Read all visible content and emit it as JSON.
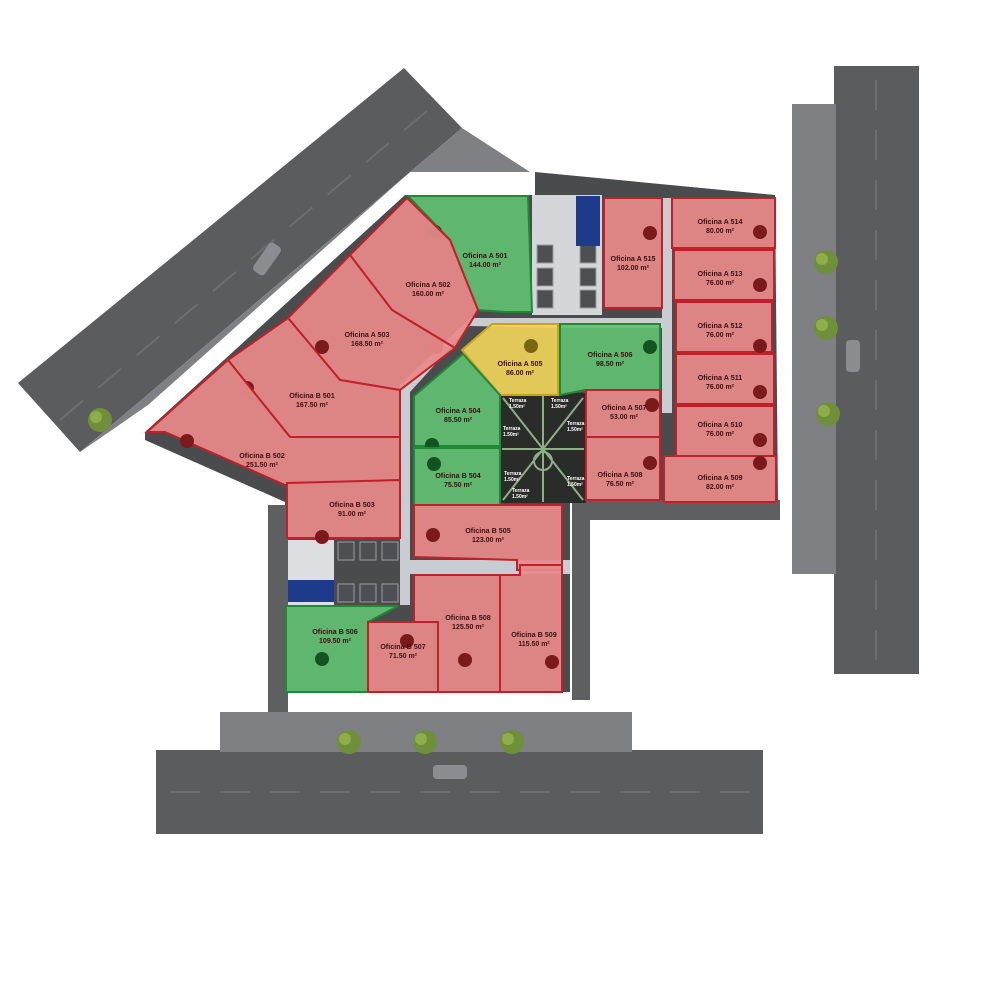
{
  "colors": {
    "sold": "#e98a8a",
    "sold_stroke": "#c0202a",
    "available": "#5fbf72",
    "available_stroke": "#1f8a35",
    "reserved": "#eed35a",
    "reserved_stroke": "#c9a41a",
    "road": "#5b5c5e",
    "sidewalk": "#8c8d8f",
    "corridor": "#c9ccd0",
    "dot": "#7a1a1a"
  },
  "units": [
    {
      "id": "oficina-a-501",
      "name": "Oficina A 501",
      "area": "144.00 m²",
      "status": "available"
    },
    {
      "id": "oficina-a-502",
      "name": "Oficina A 502",
      "area": "160.00 m²",
      "status": "sold"
    },
    {
      "id": "oficina-a-503",
      "name": "Oficina A 503",
      "area": "168.50 m²",
      "status": "sold"
    },
    {
      "id": "oficina-b-501",
      "name": "Oficina B 501",
      "area": "167.50 m²",
      "status": "sold"
    },
    {
      "id": "oficina-b-502",
      "name": "Oficina B 502",
      "area": "251.50 m²",
      "status": "sold"
    },
    {
      "id": "oficina-b-503",
      "name": "Oficina B 503",
      "area": "91.00 m²",
      "status": "sold"
    },
    {
      "id": "oficina-a-505",
      "name": "Oficina A 505",
      "area": "86.00 m²",
      "status": "reserved"
    },
    {
      "id": "oficina-a-506",
      "name": "Oficina A 506",
      "area": "98.50 m²",
      "status": "available"
    },
    {
      "id": "oficina-a-504",
      "name": "Oficina A 504",
      "area": "85.50 m²",
      "status": "available"
    },
    {
      "id": "oficina-b-504",
      "name": "Oficina B 504",
      "area": "75.50 m²",
      "status": "available"
    },
    {
      "id": "oficina-b-505",
      "name": "Oficina B 505",
      "area": "123.00 m²",
      "status": "sold"
    },
    {
      "id": "oficina-a-507",
      "name": "Oficina A 507",
      "area": "53.00 m²",
      "status": "sold"
    },
    {
      "id": "oficina-a-508",
      "name": "Oficina A 508",
      "area": "76.50 m²",
      "status": "sold"
    },
    {
      "id": "oficina-a-515",
      "name": "Oficina A 515",
      "area": "102.00 m²",
      "status": "sold"
    },
    {
      "id": "oficina-a-514",
      "name": "Oficina A 514",
      "area": "80.00 m²",
      "status": "sold"
    },
    {
      "id": "oficina-a-513",
      "name": "Oficina A 513",
      "area": "76.00 m²",
      "status": "sold"
    },
    {
      "id": "oficina-a-512",
      "name": "Oficina A 512",
      "area": "76.00 m²",
      "status": "sold"
    },
    {
      "id": "oficina-a-511",
      "name": "Oficina A 511",
      "area": "76.00 m²",
      "status": "sold"
    },
    {
      "id": "oficina-a-510",
      "name": "Oficina A 510",
      "area": "76.00 m²",
      "status": "sold"
    },
    {
      "id": "oficina-a-509",
      "name": "Oficina A 509",
      "area": "82.00 m²",
      "status": "sold"
    },
    {
      "id": "oficina-b-506",
      "name": "Oficina B 506",
      "area": "109.50 m²",
      "status": "available"
    },
    {
      "id": "oficina-b-507",
      "name": "Oficina B 507",
      "area": "71.50 m²",
      "status": "sold"
    },
    {
      "id": "oficina-b-508",
      "name": "Oficina B 508",
      "area": "125.50 m²",
      "status": "sold"
    },
    {
      "id": "oficina-b-509",
      "name": "Oficina B 509",
      "area": "115.50 m²",
      "status": "sold"
    }
  ],
  "terraces": [
    {
      "label": "Terraza",
      "area": "1.50m²"
    },
    {
      "label": "Terraza",
      "area": "1.50m²"
    },
    {
      "label": "Terraza",
      "area": "1.50m²"
    },
    {
      "label": "Terraza",
      "area": "1.50m²"
    },
    {
      "label": "Terraza",
      "area": "1.50m²"
    },
    {
      "label": "Terraza",
      "area": "1.50m²"
    },
    {
      "label": "Terraza",
      "area": "1.50m²"
    }
  ]
}
